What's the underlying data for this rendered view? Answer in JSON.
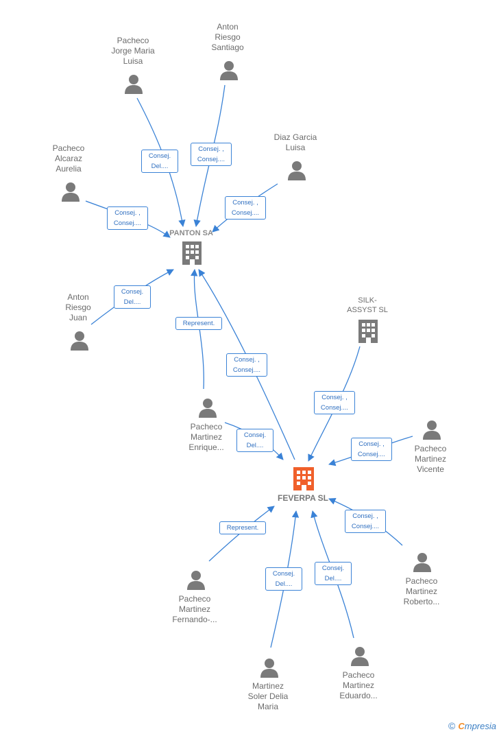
{
  "companies": {
    "panton": {
      "name": "PANTON SA"
    },
    "silk": {
      "name": "SILK-\nASSYST  SL"
    },
    "feverpa": {
      "name": "FEVERPA SL"
    }
  },
  "people": {
    "p1": "Pacheco\nJorge Maria\nLuisa",
    "p2": "Anton\nRiesgo\nSantiago",
    "p3": "Pacheco\nAlcaraz\nAurelia",
    "p4": "Diaz Garcia\nLuisa",
    "p5": "Anton\nRiesgo\nJuan",
    "p6": "Pacheco\nMartinez\nEnrique...",
    "p7": "Pacheco\nMartinez\nVicente",
    "p8": "Pacheco\nMartinez\nRoberto...",
    "p9": "Pacheco\nMartinez\nFernando-...",
    "p10": "Martinez\nSoler Delia\nMaria",
    "p11": "Pacheco\nMartinez\nEduardo..."
  },
  "edges": {
    "e1": "Consej.\nDel....",
    "e2": "Consej. ,\nConsej....",
    "e3": "Consej. ,\nConsej....",
    "e4": "Consej. ,\nConsej....",
    "e5": "Consej.\nDel....",
    "e6": "Represent.",
    "e7": "Consej. ,\nConsej....",
    "e8": "Consej.\nDel....",
    "e9": "Consej. ,\nConsej....",
    "e10": "Consej. ,\nConsej....",
    "e11": "Consej. ,\nConsej....",
    "e12": "Represent.",
    "e13": "Consej.\nDel....",
    "e14": "Consej.\nDel...."
  },
  "footer": {
    "copyright": "©",
    "brand_first": "C",
    "brand_rest": "mpresia"
  },
  "colors": {
    "edge": "#3a82d6",
    "person": "#7a7a7a",
    "building": "#7a7a7a",
    "focus": "#f0602b"
  }
}
